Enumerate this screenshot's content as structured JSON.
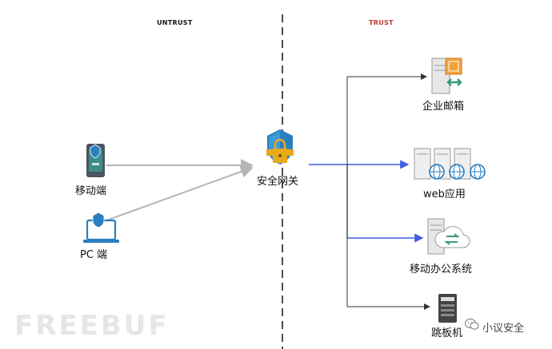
{
  "zones": {
    "untrust": "UNTRUST",
    "trust": "TRUST"
  },
  "nodes": {
    "mobile": "移动端",
    "pc": "PC 端",
    "gateway": "安全网关",
    "mail": "企业邮箱",
    "web": "web应用",
    "office": "移动办公系统",
    "jump": "跳板机"
  },
  "watermark": {
    "left": "FREEBUF",
    "right": "小议安全"
  },
  "colors": {
    "trust_label": "#c0392b",
    "untrust_label": "#111111",
    "gray_arrow": "#b5b5b5",
    "blue_arrow": "#3f5ee0",
    "black_arrow": "#333333",
    "shield_blue": "#2a7fc1",
    "gold": "#e8a91b"
  }
}
